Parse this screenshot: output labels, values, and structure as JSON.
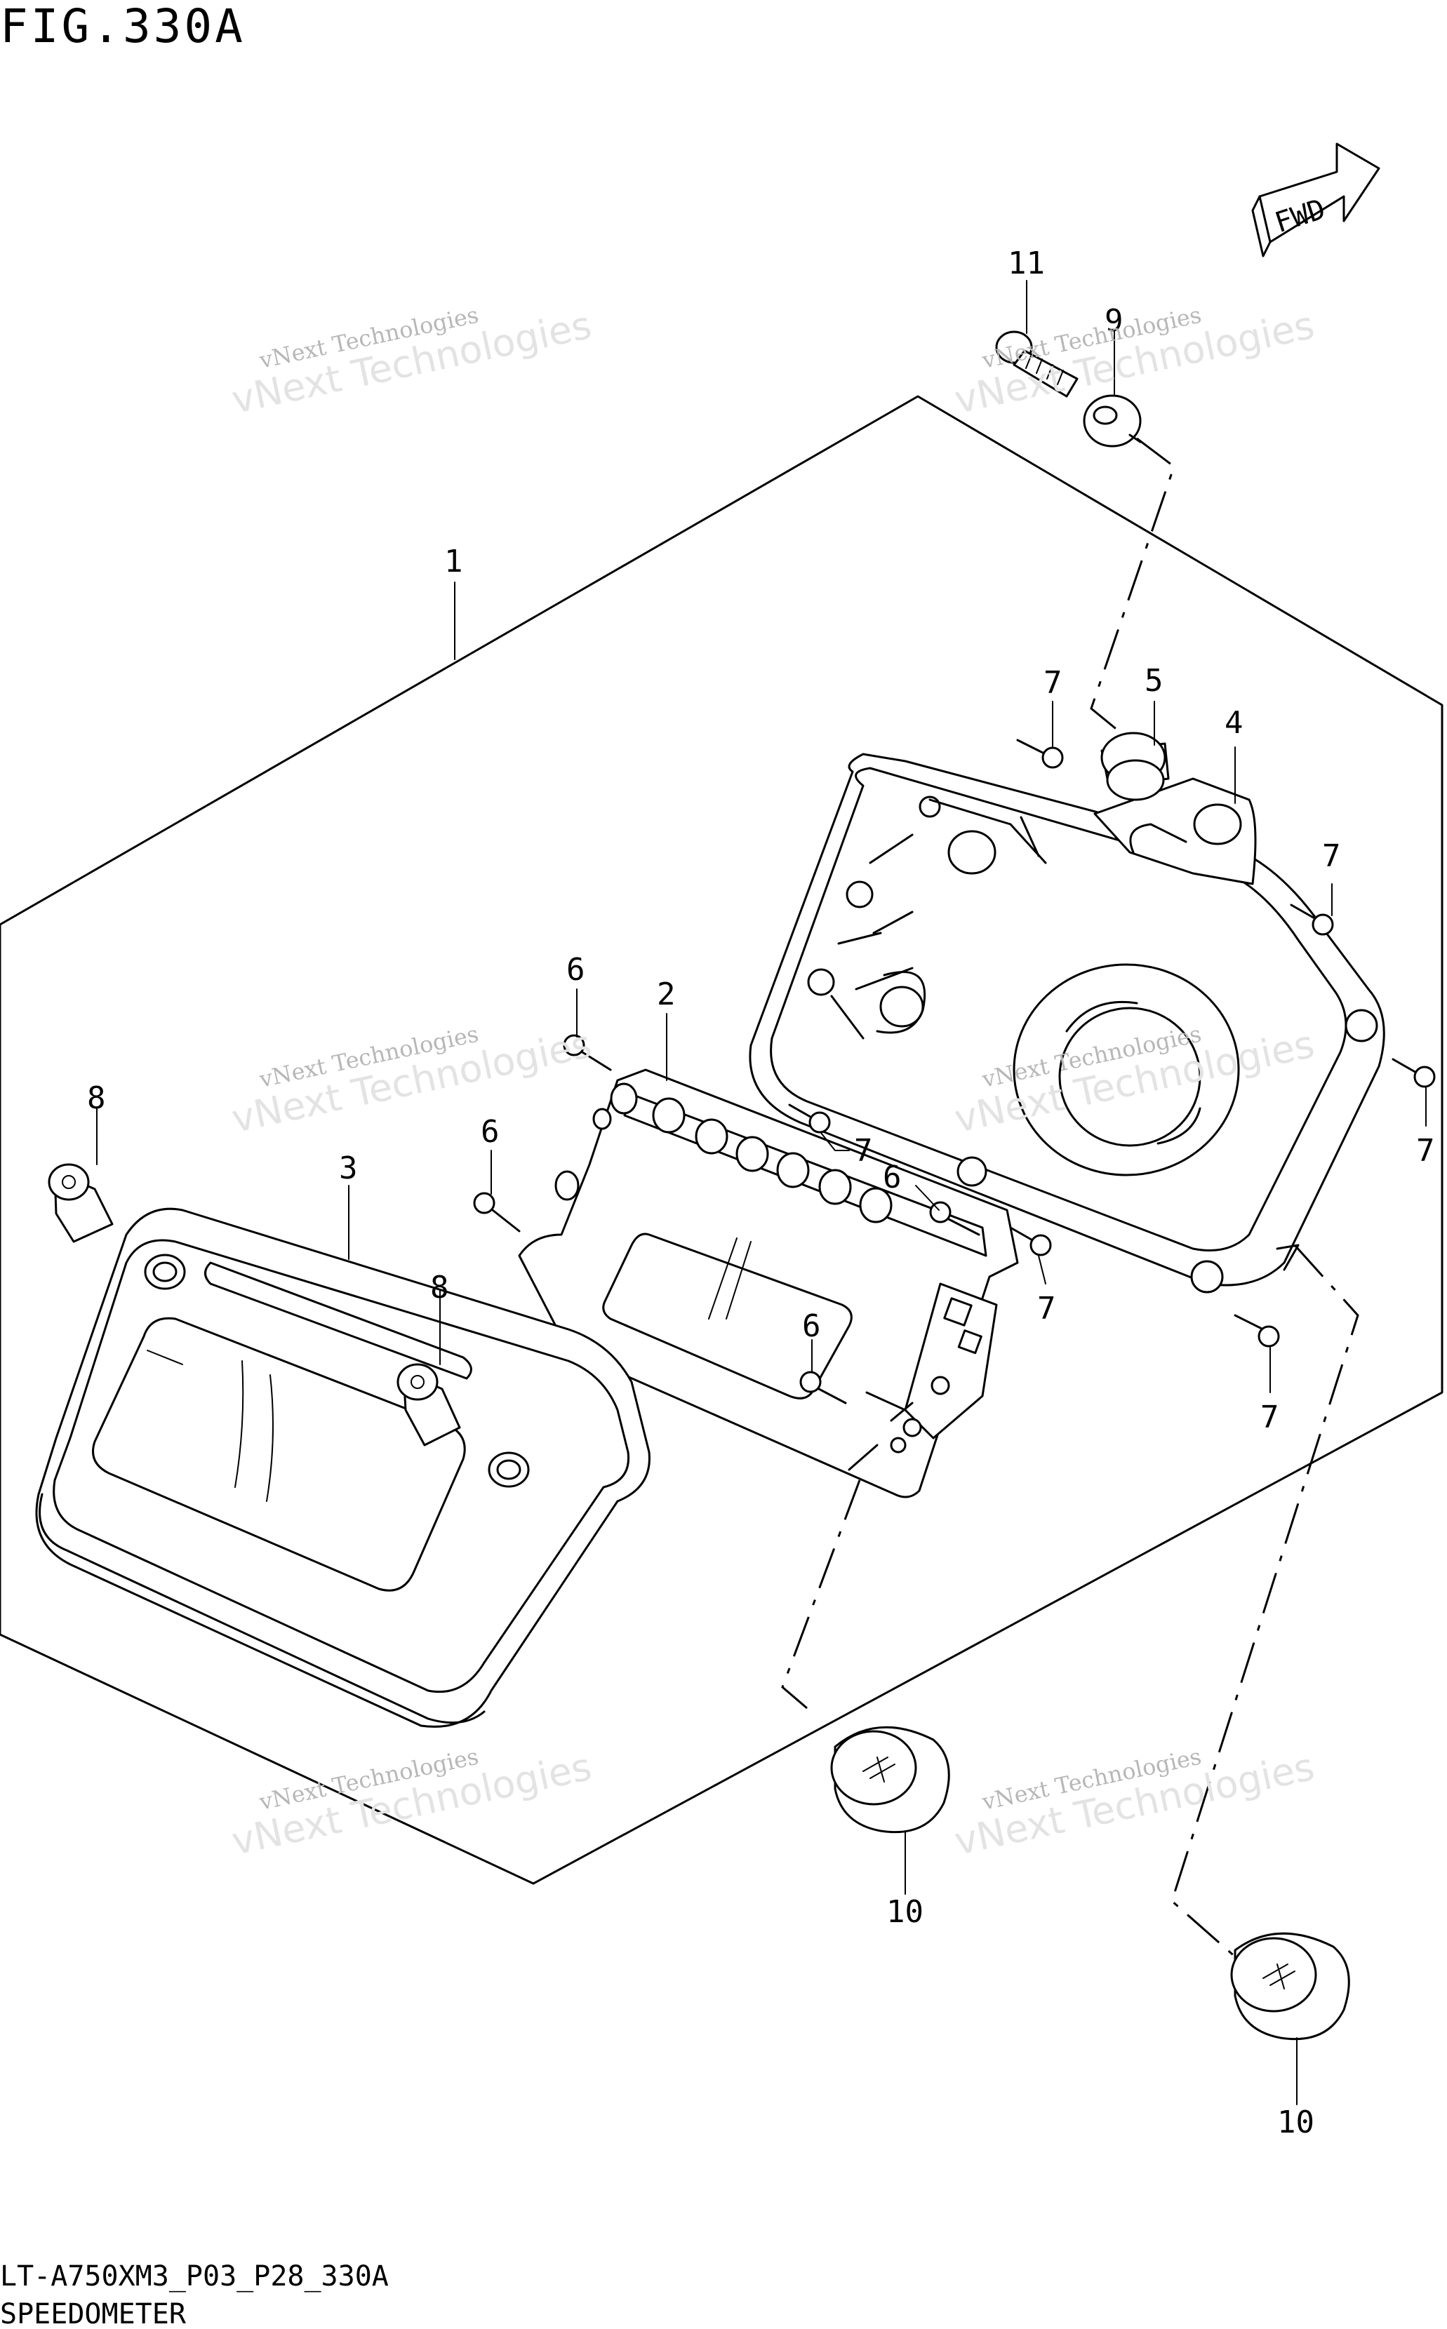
{
  "figure": {
    "title": "FIG.330A",
    "fwd_label": "FWD",
    "code": "LT-A750XM3_P03_P28_330A",
    "name": "SPEEDOMETER"
  },
  "callouts": [
    "1",
    "2",
    "3",
    "4",
    "5",
    "6",
    "6",
    "6",
    "6",
    "7",
    "7",
    "7",
    "7",
    "7",
    "7",
    "7",
    "8",
    "8",
    "9",
    "10",
    "10",
    "11"
  ],
  "watermark": {
    "line1": "vNext Technologies",
    "line2": "vNext Technologies"
  },
  "colors": {
    "ink": "#000000",
    "watermark_dark": "#b7b7b7",
    "watermark_light": "#e3e3e3",
    "background": "#ffffff"
  }
}
